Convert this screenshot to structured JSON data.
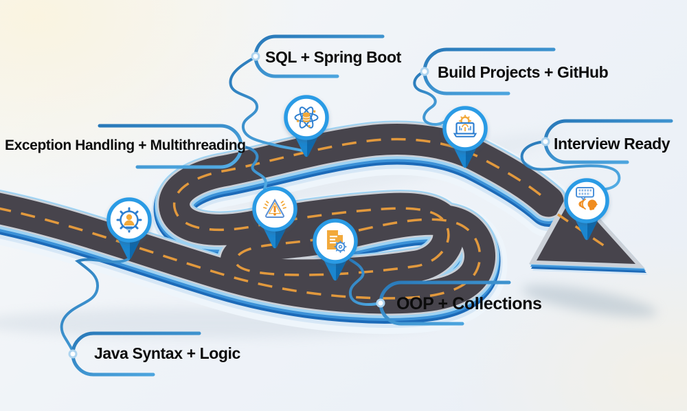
{
  "milestones": [
    {
      "label": "Java Syntax + Logic",
      "icon": "gear-user-icon"
    },
    {
      "label": "Exception Handling + Multithreading",
      "icon": "warning-triangle-icon"
    },
    {
      "label": "OOP + Collections",
      "icon": "document-gear-icon"
    },
    {
      "label": "SQL + Spring Boot",
      "icon": "atom-database-icon"
    },
    {
      "label": "Build Projects + GitHub",
      "icon": "laptop-gear-icon"
    },
    {
      "label": "Interview Ready",
      "icon": "interview-speech-icon"
    }
  ],
  "colors": {
    "accent_blue": "#3c92d8",
    "deep_blue": "#1c6ab8",
    "light_blue": "#9ed2f2",
    "road_asphalt": "#47444c",
    "road_edge_gray": "#ccd1d8",
    "lane_dash_orange": "#e2993d",
    "icon_orange": "#f2a93b",
    "label_text": "#0c0c0c",
    "background_tint": "#eff3f8"
  }
}
